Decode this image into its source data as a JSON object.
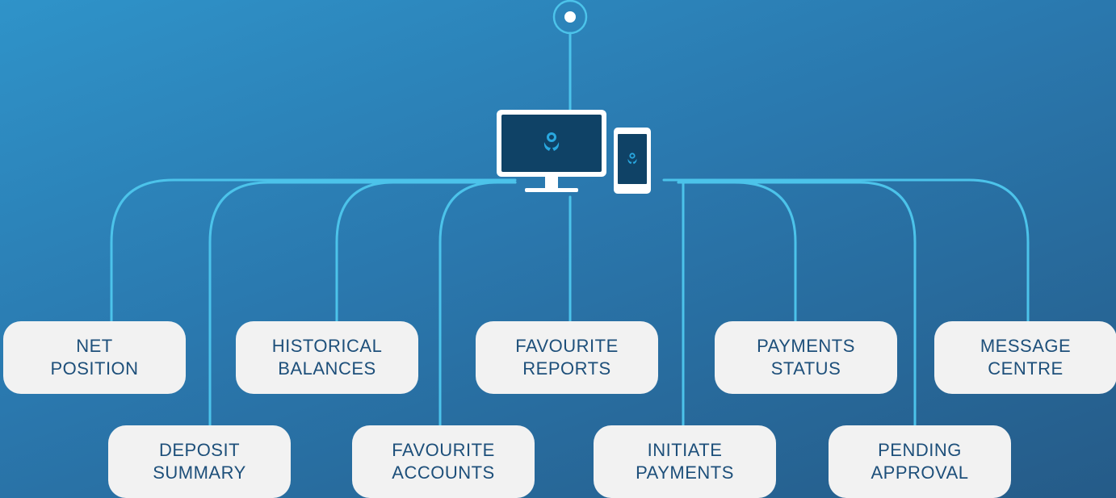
{
  "features": [
    {
      "id": "net-position",
      "label": "NET\nPOSITION"
    },
    {
      "id": "deposit-summary",
      "label": "DEPOSIT\nSUMMARY"
    },
    {
      "id": "historical-balances",
      "label": "HISTORICAL\nBALANCES"
    },
    {
      "id": "favourite-accounts",
      "label": "FAVOURITE\nACCOUNTS"
    },
    {
      "id": "favourite-reports",
      "label": "FAVOURITE\nREPORTS"
    },
    {
      "id": "initiate-payments",
      "label": "INITIATE\nPAYMENTS"
    },
    {
      "id": "payments-status",
      "label": "PAYMENTS\nSTATUS"
    },
    {
      "id": "pending-approval",
      "label": "PENDING\nAPPROVAL"
    },
    {
      "id": "message-centre",
      "label": "MESSAGE\nCENTRE"
    }
  ],
  "colors": {
    "line": "#4cc3ea",
    "box_background": "#f2f2f2",
    "box_text": "#1d4f7a",
    "screen": "#0f4266",
    "logo": "#29a8e0"
  },
  "icons": {
    "top_node": "radio-node-icon",
    "desktop": "desktop-monitor-icon",
    "mobile": "mobile-phone-icon",
    "brand_logo": "brand-logo-icon"
  }
}
